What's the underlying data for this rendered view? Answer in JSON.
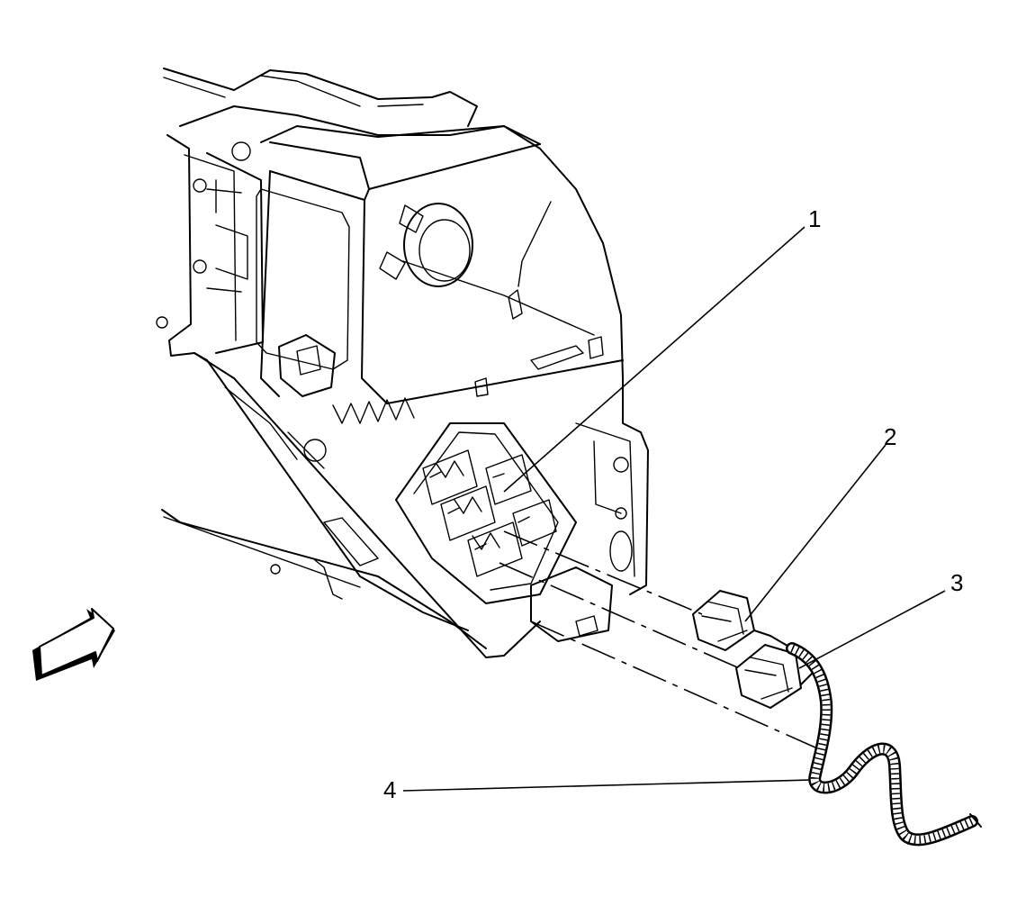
{
  "callouts": [
    {
      "id": "1",
      "label": "1"
    },
    {
      "id": "2",
      "label": "2"
    },
    {
      "id": "3",
      "label": "3"
    },
    {
      "id": "4",
      "label": "4"
    }
  ],
  "icons": {
    "view_arrow": "view-direction-arrow-icon"
  },
  "colors": {
    "line": "#000000",
    "background": "#ffffff"
  }
}
